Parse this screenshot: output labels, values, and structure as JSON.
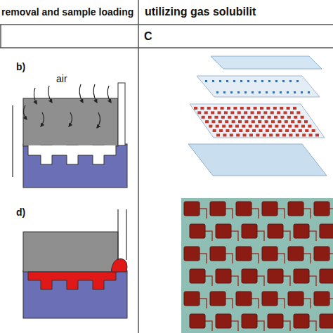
{
  "diagram": {
    "labels": [
      "removal and sample loading",
      "utilizing gas solubilit",
      "C",
      "b)",
      "air",
      "d)"
    ]
  }
}
